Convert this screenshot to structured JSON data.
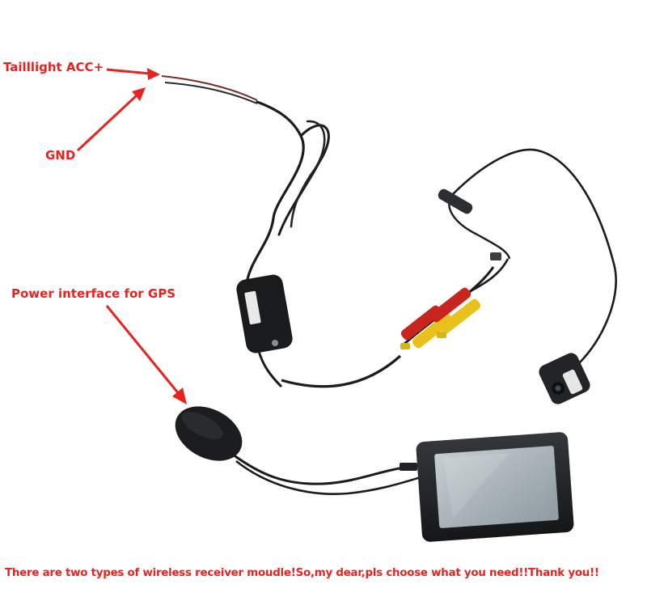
{
  "labels": {
    "acc": "Tailllight ACC+",
    "gnd": "GND",
    "gps": "Power interface for GPS"
  },
  "footer": {
    "text": "There are two types of wireless receiver moudle!So,my dear,pls choose what you need!!Thank you!!"
  },
  "colors": {
    "annotation": "#e8231f",
    "cable": "#1b1c1e",
    "rca_red": "#c8251e",
    "rca_yellow": "#e9c11c",
    "screen": "#a9b3b9",
    "device_body": "#1f2124"
  }
}
